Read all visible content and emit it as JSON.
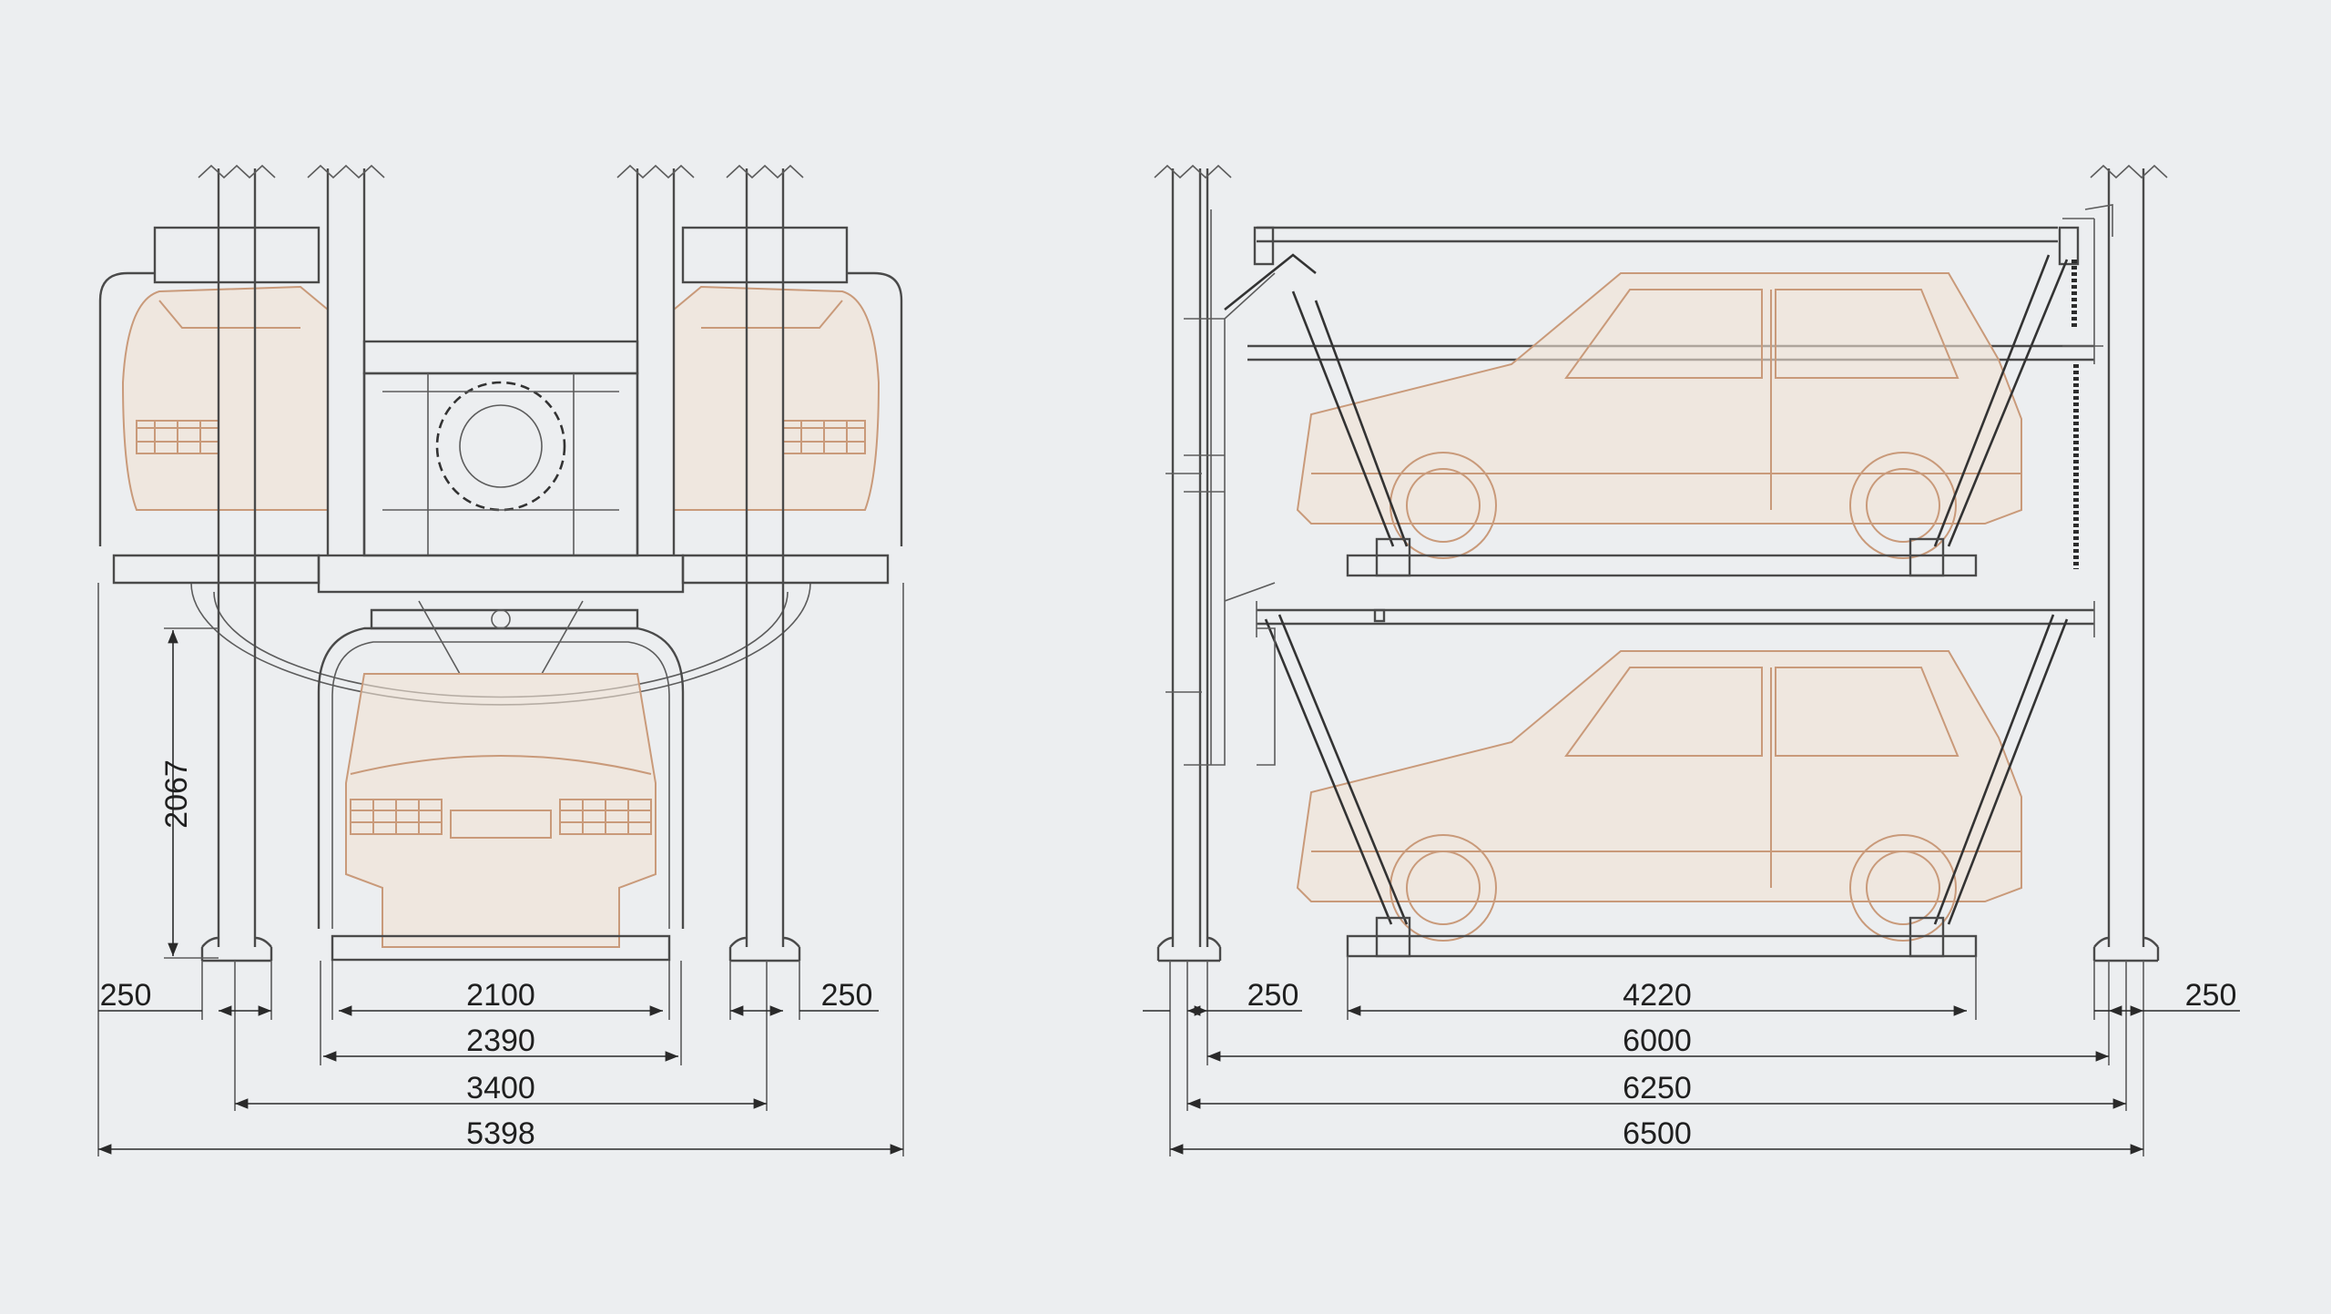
{
  "front_view": {
    "height_dimension": "2067",
    "dimensions": {
      "side_left": "250",
      "side_right": "250",
      "platform_width": "2100",
      "inner_clear_width": "2390",
      "column_spacing": "3400",
      "overall_width": "5398"
    }
  },
  "side_view": {
    "dimensions": {
      "side_left": "250",
      "side_right": "250",
      "platform_length": "4220",
      "inner_length": "6000",
      "column_length": "6250",
      "overall_length": "6500"
    }
  },
  "colors": {
    "background": "#eceef0",
    "line": "#4a4a4a",
    "car_outline": "#c99a7a",
    "car_fill": "#f2e3d4"
  }
}
